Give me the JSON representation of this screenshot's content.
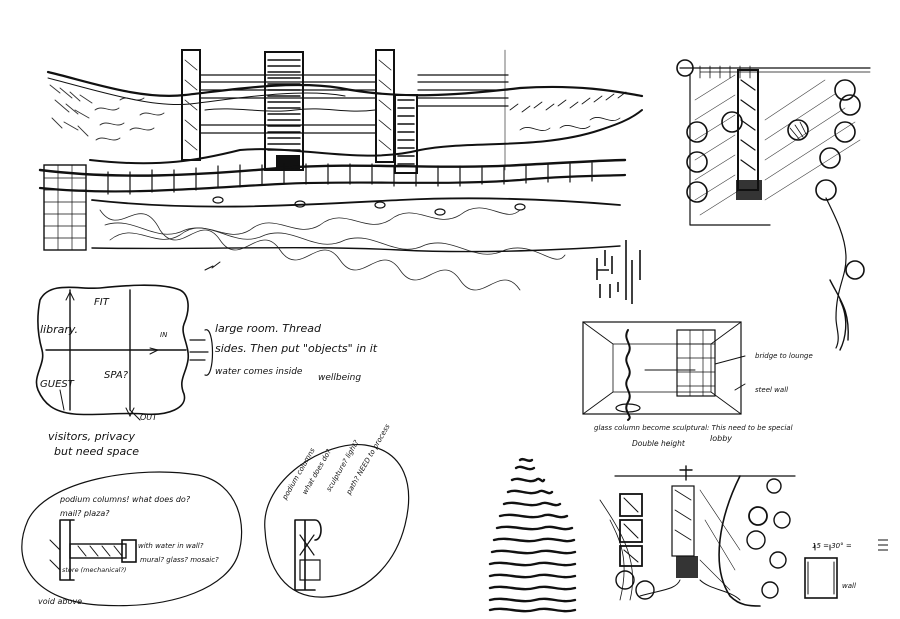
{
  "notes": {
    "fit": "FIT",
    "library": "library.",
    "spa": "SPA?",
    "guest": "GUEST",
    "arrow_out": "OUT",
    "arrow_in": "IN",
    "large_room_1": "large room. Thread",
    "large_room_2": "sides. Then put \"objects\" in it",
    "water": "water comes inside",
    "wellbeing": "wellbeing",
    "privacy_1": "visitors, privacy",
    "privacy_2": "but need space",
    "column_1": "podium columns! what does do?",
    "column_2": "mail? plaza?",
    "water_in_wall": "with water in wall?",
    "mural": "mural? glass? mosaic?",
    "store": "store (mechanical?)",
    "void_above": "void above.",
    "oval2_a": "podium columns",
    "oval2_b": "what does do?",
    "oval2_c": "sculpture? light?",
    "oval2_d": "path? NEED to process",
    "bridge": "bridge to lounge",
    "steel_wall": "steel wall",
    "sculptural": "glass column become sculptural: This need to be special",
    "double_height": "Double height",
    "lobby": "lobby",
    "dims": "15 = 30° =",
    "wall_label": "wall"
  }
}
